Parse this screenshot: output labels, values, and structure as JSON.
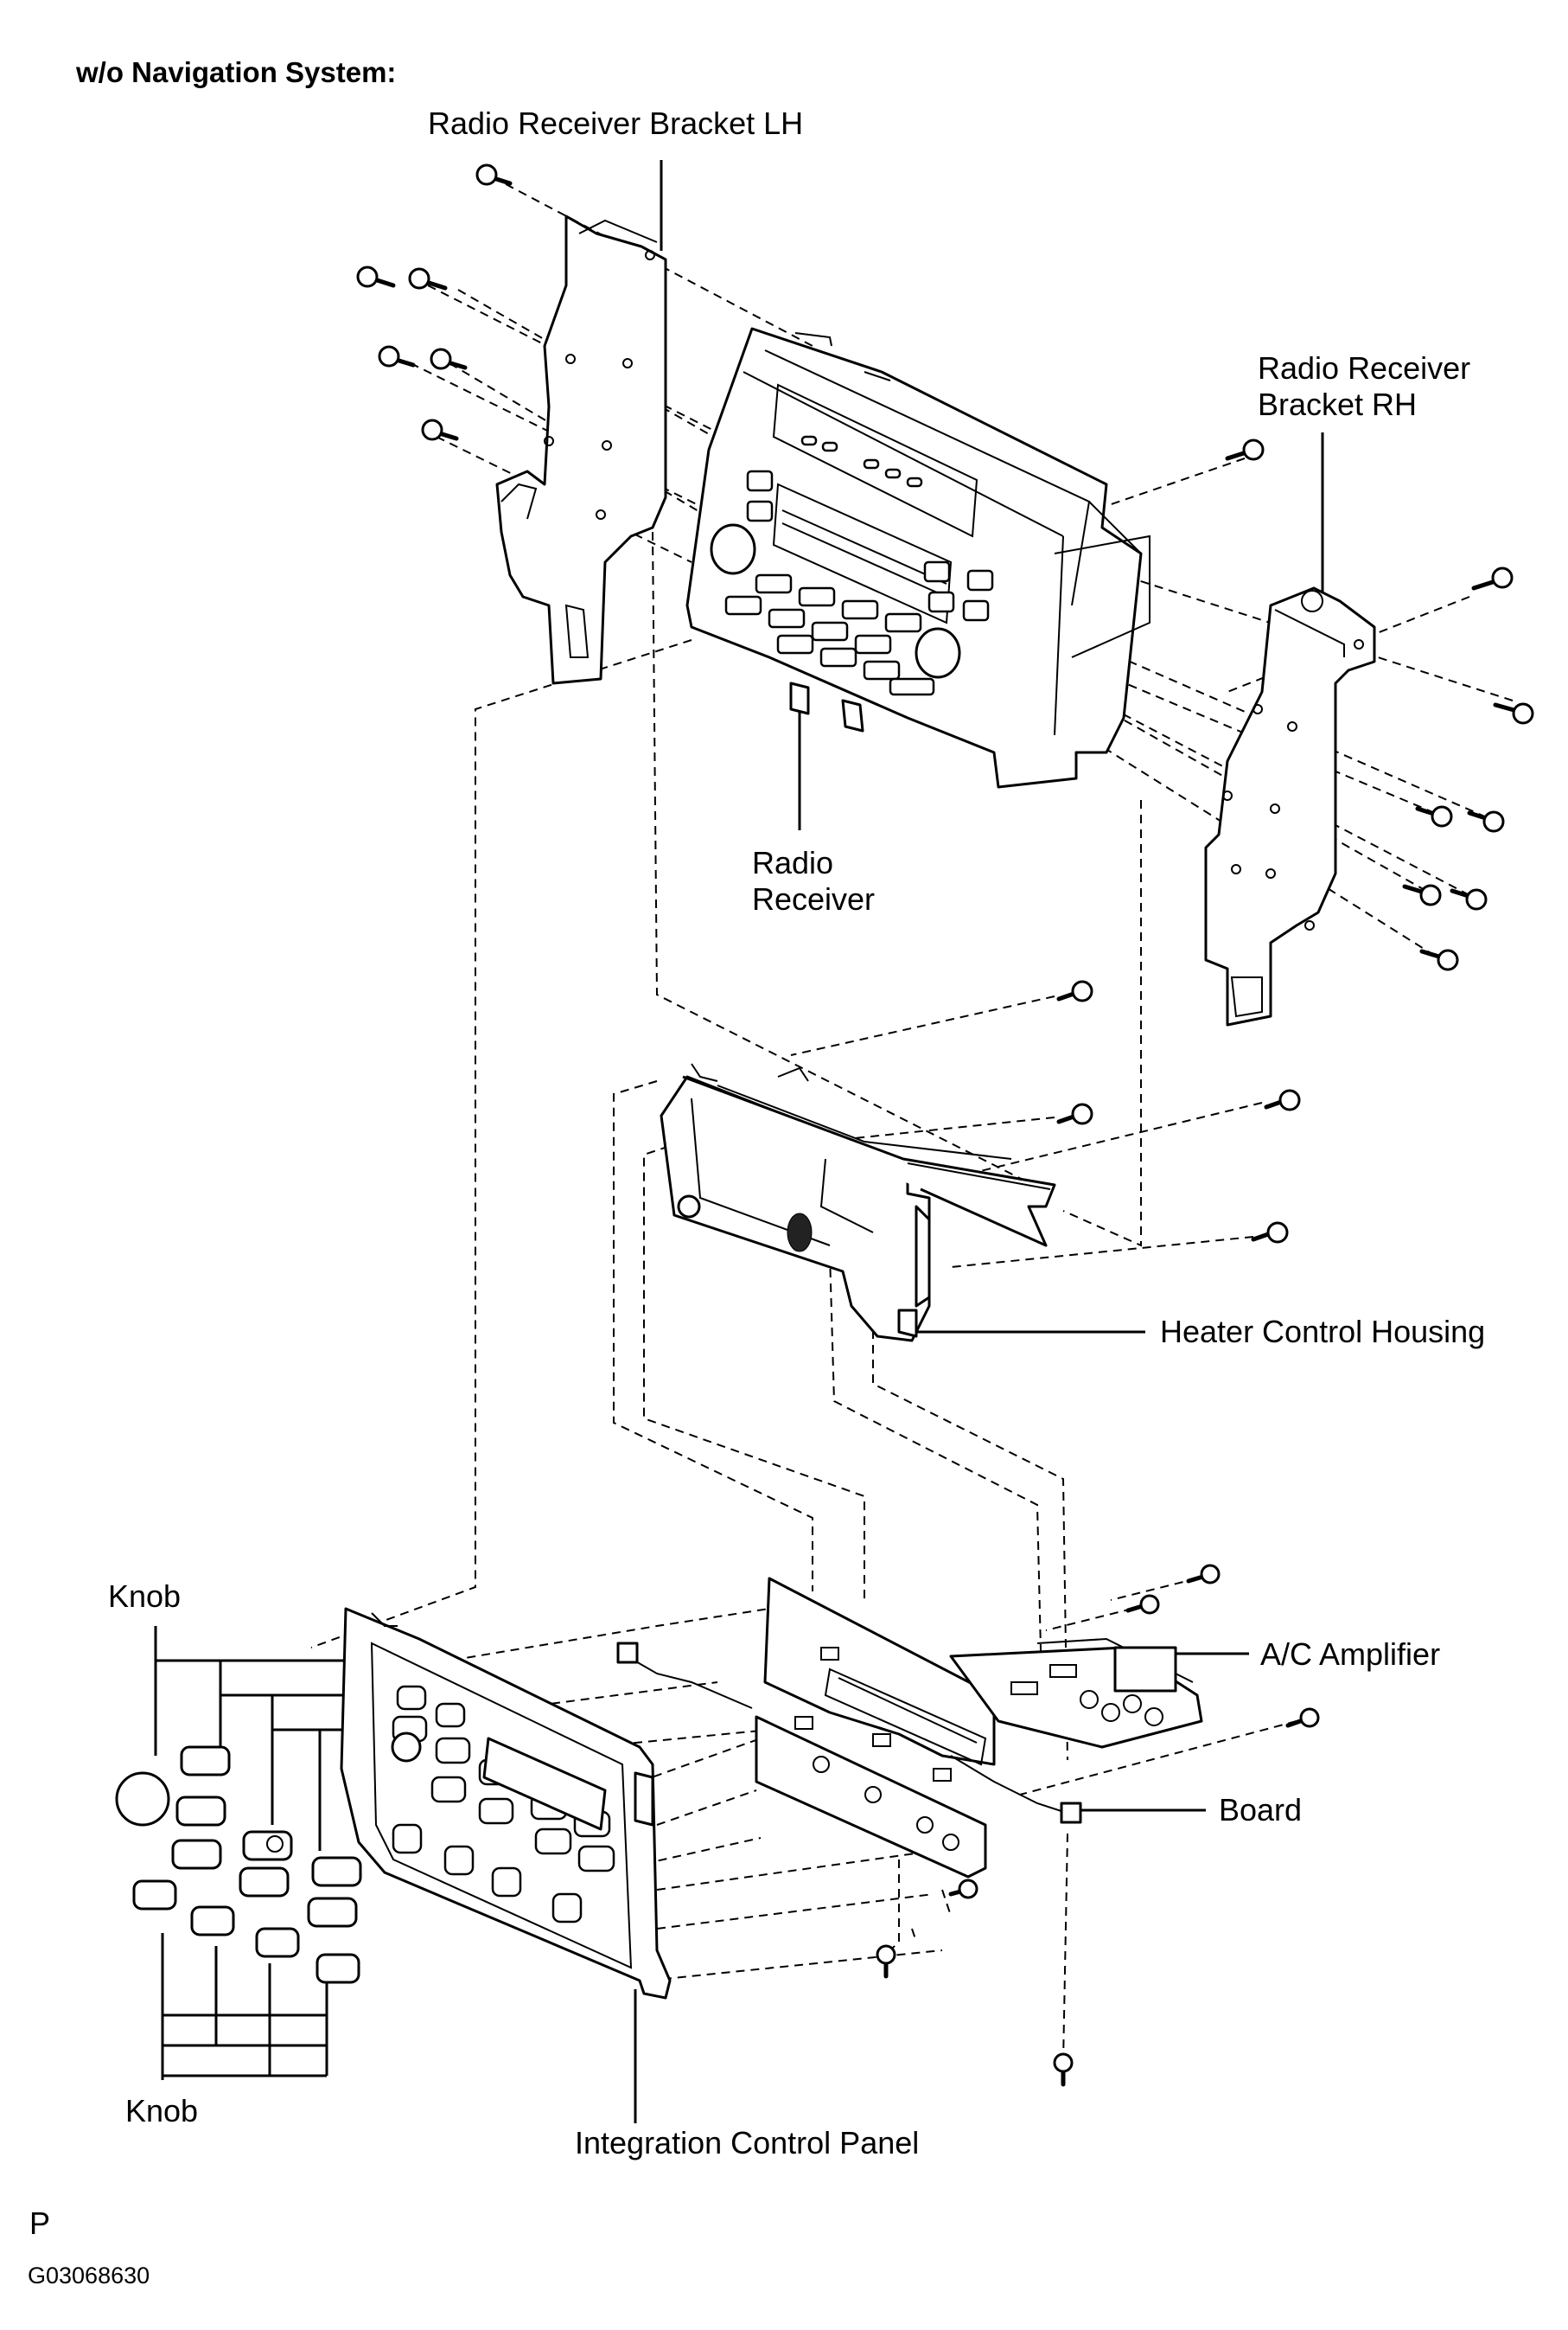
{
  "header": "w/o Navigation System:",
  "labels": {
    "bracket_lh": "Radio Receiver Bracket LH",
    "bracket_rh_line1": "Radio Receiver",
    "bracket_rh_line2": "Bracket RH",
    "radio_line1": "Radio",
    "radio_line2": "Receiver",
    "heater_housing": "Heater Control Housing",
    "knob_top": "Knob",
    "knob_bottom": "Knob",
    "ac_amplifier": "A/C Amplifier",
    "board": "Board",
    "panel": "Integration Control Panel"
  },
  "footer": {
    "letter": "P",
    "figure_code": "G03068630"
  }
}
